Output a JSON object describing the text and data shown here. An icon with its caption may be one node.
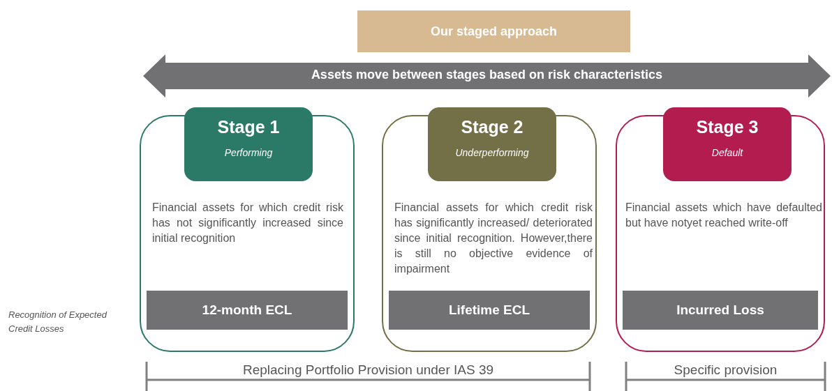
{
  "diagram": {
    "nodes": [
      {
        "text": [
          "Our staged approach"
        ]
      },
      {
        "text": [
          "Assets move between stages based on risk characteristics"
        ]
      },
      {
        "text": [
          "Financial assets for which credit risk has not significantly increased since initial recognition"
        ]
      },
      {
        "text": [
          "Stage 1",
          "Performing"
        ],
        "in": 2
      },
      {
        "text": [
          "12-month ECL"
        ],
        "in": 2
      },
      {
        "text": [
          "Financial assets for which credit risk has significantly increased/ deteriorated since initial recognition. However,there is still no objective evidence of impairment"
        ]
      },
      {
        "text": [
          "Stage 2",
          "Underperforming"
        ],
        "in": 5
      },
      {
        "text": [
          "Lifetime ECL"
        ],
        "in": 5
      },
      {
        "text": [
          "Financial assets which have defaulted but have notyet reached write-off"
        ]
      },
      {
        "text": [
          "Stage 3",
          "Default"
        ],
        "in": 8
      },
      {
        "text": [
          "Incurred Loss"
        ],
        "in": 8
      }
    ],
    "edges": [],
    "labels": [
      "Recognition of Expected Credit Losses",
      "Replacing Portfolio Provision under IAS 39",
      "Specific provision"
    ]
  }
}
